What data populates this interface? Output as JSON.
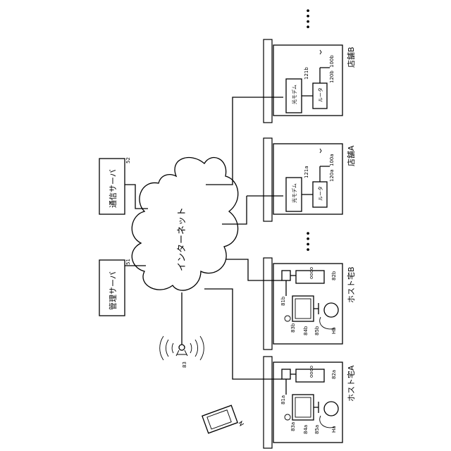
{
  "nodes": {
    "internet": "インターネット",
    "mgmt_server": "管理サーバ",
    "comm_server": "通信サーバ",
    "store_a": "店舗A",
    "store_b": "店舗B",
    "host_a": "ホスト宅A",
    "host_b": "ホスト宅B",
    "optical_modem": "光モデム",
    "router": "ルータ"
  },
  "refs": {
    "mgmt": "51",
    "comm": "52",
    "station": "83",
    "store_a_id": "100a",
    "store_b_id": "100b",
    "router_a": "120a",
    "router_b": "120b",
    "modem_a": "121a",
    "modem_b": "121b",
    "host_a_81": "81a",
    "host_a_82": "82a",
    "host_a_83": "83a",
    "host_a_84": "84a",
    "host_a_85": "85a",
    "host_a_person": "Ha",
    "host_b_81": "81b",
    "host_b_82": "82b",
    "host_b_83": "83b",
    "host_b_84": "84b",
    "host_b_85": "85b",
    "host_b_person": "Hb",
    "device_text": "oooo"
  },
  "ellipsis": "••••"
}
